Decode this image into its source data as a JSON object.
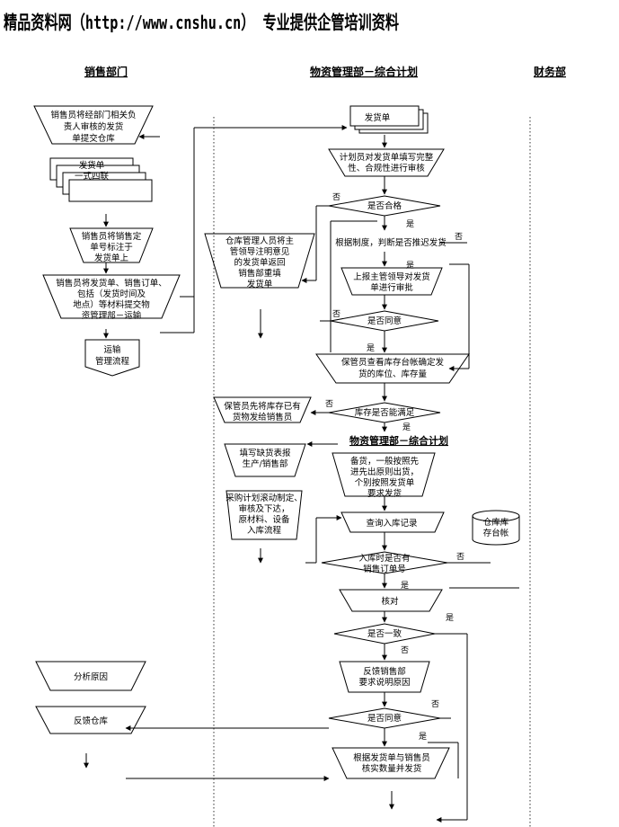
{
  "banner": "精品资料网（http://www.cnshu.cn） 专业提供企管培训资料",
  "lanes": {
    "sales": "销售部门",
    "materials": "物资管理部－综合计划",
    "finance": "财务部"
  },
  "sales": {
    "submit": [
      "销售员将经部门相关负",
      "责人审核的发货",
      "单提交仓库"
    ],
    "doc1": "发货单",
    "doc2": "一式四联",
    "fill_no": [
      "销售员将销售定",
      "单号标注于",
      "发货单上"
    ],
    "submit_transport": [
      "销售员将发货单、销售订单、",
      "包括（发货时间及",
      "地点）等材料提交物",
      "资管理部－运输"
    ],
    "transport_flow": [
      "运输",
      "管理流程"
    ],
    "analyze": "分析原因",
    "feedback_warehouse": "反馈仓库"
  },
  "warehouse": {
    "return_slip": [
      "仓库管理人员将主",
      "管领导注明意见",
      "的发货单返回",
      "销售部重填",
      "发货单"
    ],
    "notify_stock": [
      "保管员先将库存已有",
      "货物发给销售员"
    ],
    "shortage": [
      "填写缺货表报",
      "生产/销售部"
    ],
    "purchase": [
      "采购计划滚动制定、",
      "审核及下达，",
      "原材料、设备",
      "入库流程"
    ]
  },
  "plan": {
    "slip": "发货单",
    "review": [
      "计划员对发货单填写完整",
      "性、合规性进行审核"
    ],
    "qualified": "是否合格",
    "judge": "根据制度，判断是否推迟发货",
    "approval": [
      "上报主管领导对发货",
      "单进行审批"
    ],
    "agree1": "是否同意",
    "confirm_stock": [
      "保管员查看库存台帐确定发",
      "货的库位、库存量"
    ],
    "stock_ok": "库存是否能满足",
    "sub_title": "物资管理部－综合计划",
    "prepare": [
      "备货，一般按照先",
      "进先出原则出货，",
      "个别按照发货单",
      "要求发货"
    ],
    "query_inbound": "查询入库记录",
    "ledger": [
      "仓库库",
      "存台帐"
    ],
    "has_order": [
      "入库时是否有",
      "销售订单号"
    ],
    "check": "核对",
    "consistent": "是否一致",
    "feedback_sales": [
      "反馈销售部",
      "要求说明原因"
    ],
    "agree2": "是否同意",
    "ship": [
      "根据发货单与销售员",
      "核实数量并发货"
    ]
  },
  "labels": {
    "yes": "是",
    "no": "否"
  }
}
